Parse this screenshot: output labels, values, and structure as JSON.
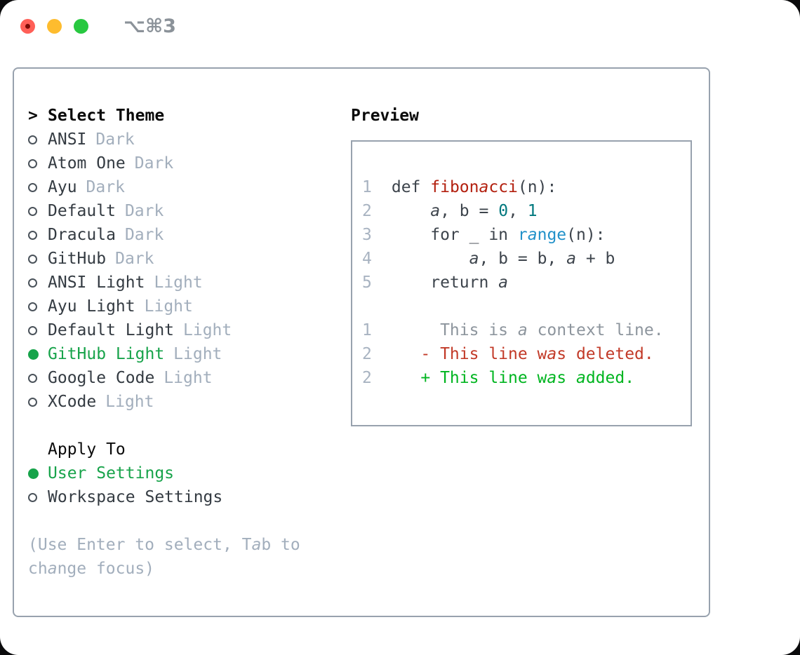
{
  "window": {
    "title": "⌥⌘3",
    "traffic_lights": [
      {
        "name": "close",
        "color": "#ff5f57",
        "dot": true
      },
      {
        "name": "minimize",
        "color": "#febc2e",
        "dot": false
      },
      {
        "name": "zoom",
        "color": "#28c840",
        "dot": false
      }
    ]
  },
  "theme_picker": {
    "prompt": ">",
    "header": "Select Theme",
    "themes": [
      {
        "name": "ANSI",
        "variant": "Dark",
        "selected": false
      },
      {
        "name": "Atom One",
        "variant": "Dark",
        "selected": false
      },
      {
        "name": "Ayu",
        "variant": "Dark",
        "selected": false
      },
      {
        "name": "Default",
        "variant": "Dark",
        "selected": false
      },
      {
        "name": "Dracula",
        "variant": "Dark",
        "selected": false
      },
      {
        "name": "GitHub",
        "variant": "Dark",
        "selected": false
      },
      {
        "name": "ANSI Light",
        "variant": "Light",
        "selected": false
      },
      {
        "name": "Ayu Light",
        "variant": "Light",
        "selected": false
      },
      {
        "name": "Default Light",
        "variant": "Light",
        "selected": false
      },
      {
        "name": "GitHub Light",
        "variant": "Light",
        "selected": true
      },
      {
        "name": "Google Code",
        "variant": "Light",
        "selected": false
      },
      {
        "name": "XCode",
        "variant": "Light",
        "selected": false
      }
    ],
    "apply_to": {
      "header": "Apply To",
      "options": [
        {
          "name": "User Settings",
          "selected": true
        },
        {
          "name": "Workspace Settings",
          "selected": false
        }
      ]
    },
    "hint": "(Use Enter to select, Tab to change focus)"
  },
  "preview": {
    "title": "Preview",
    "code_lines": [
      {
        "num": "1",
        "segments": [
          {
            "t": " def ",
            "c": "fg"
          },
          {
            "t": "fibonacci",
            "c": "func"
          },
          {
            "t": "(n):",
            "c": "fg"
          }
        ]
      },
      {
        "num": "2",
        "segments": [
          {
            "t": "     a, b = ",
            "c": "fg"
          },
          {
            "t": "0",
            "c": "num"
          },
          {
            "t": ", ",
            "c": "fg"
          },
          {
            "t": "1",
            "c": "num"
          }
        ]
      },
      {
        "num": "3",
        "segments": [
          {
            "t": "     for _ in ",
            "c": "fg"
          },
          {
            "t": "range",
            "c": "builtin"
          },
          {
            "t": "(n):",
            "c": "fg"
          }
        ]
      },
      {
        "num": "4",
        "segments": [
          {
            "t": "         a, b = b, a + b",
            "c": "fg"
          }
        ]
      },
      {
        "num": "5",
        "segments": [
          {
            "t": "     return a",
            "c": "fg"
          }
        ]
      }
    ],
    "diff_lines": [
      {
        "num": "1",
        "segments": [
          {
            "t": "      This is a context line.",
            "c": "ctx"
          }
        ]
      },
      {
        "num": "2",
        "segments": [
          {
            "t": "    - This line was deleted.",
            "c": "del"
          }
        ]
      },
      {
        "num": "2",
        "segments": [
          {
            "t": "    + This line was added.",
            "c": "add"
          }
        ]
      }
    ]
  },
  "colors": {
    "accent_green": "#17a34a",
    "muted_gray": "#a2aebc",
    "text_dark": "#343b42",
    "header_black": "#0a0a0a",
    "panel_border": "#98a2ae",
    "code_fg": "#3d444c",
    "line_number": "#a8b3c1",
    "function_red": "#b3200f",
    "number_teal": "#00787e",
    "builtin_blue": "#2191c9",
    "diff_context": "#8d959d",
    "diff_deleted": "#c23a28",
    "diff_added": "#00b520",
    "title_gray": "#8b9299",
    "traffic_red": "#ff5f57",
    "traffic_yellow": "#febc2e",
    "traffic_green": "#28c840"
  }
}
